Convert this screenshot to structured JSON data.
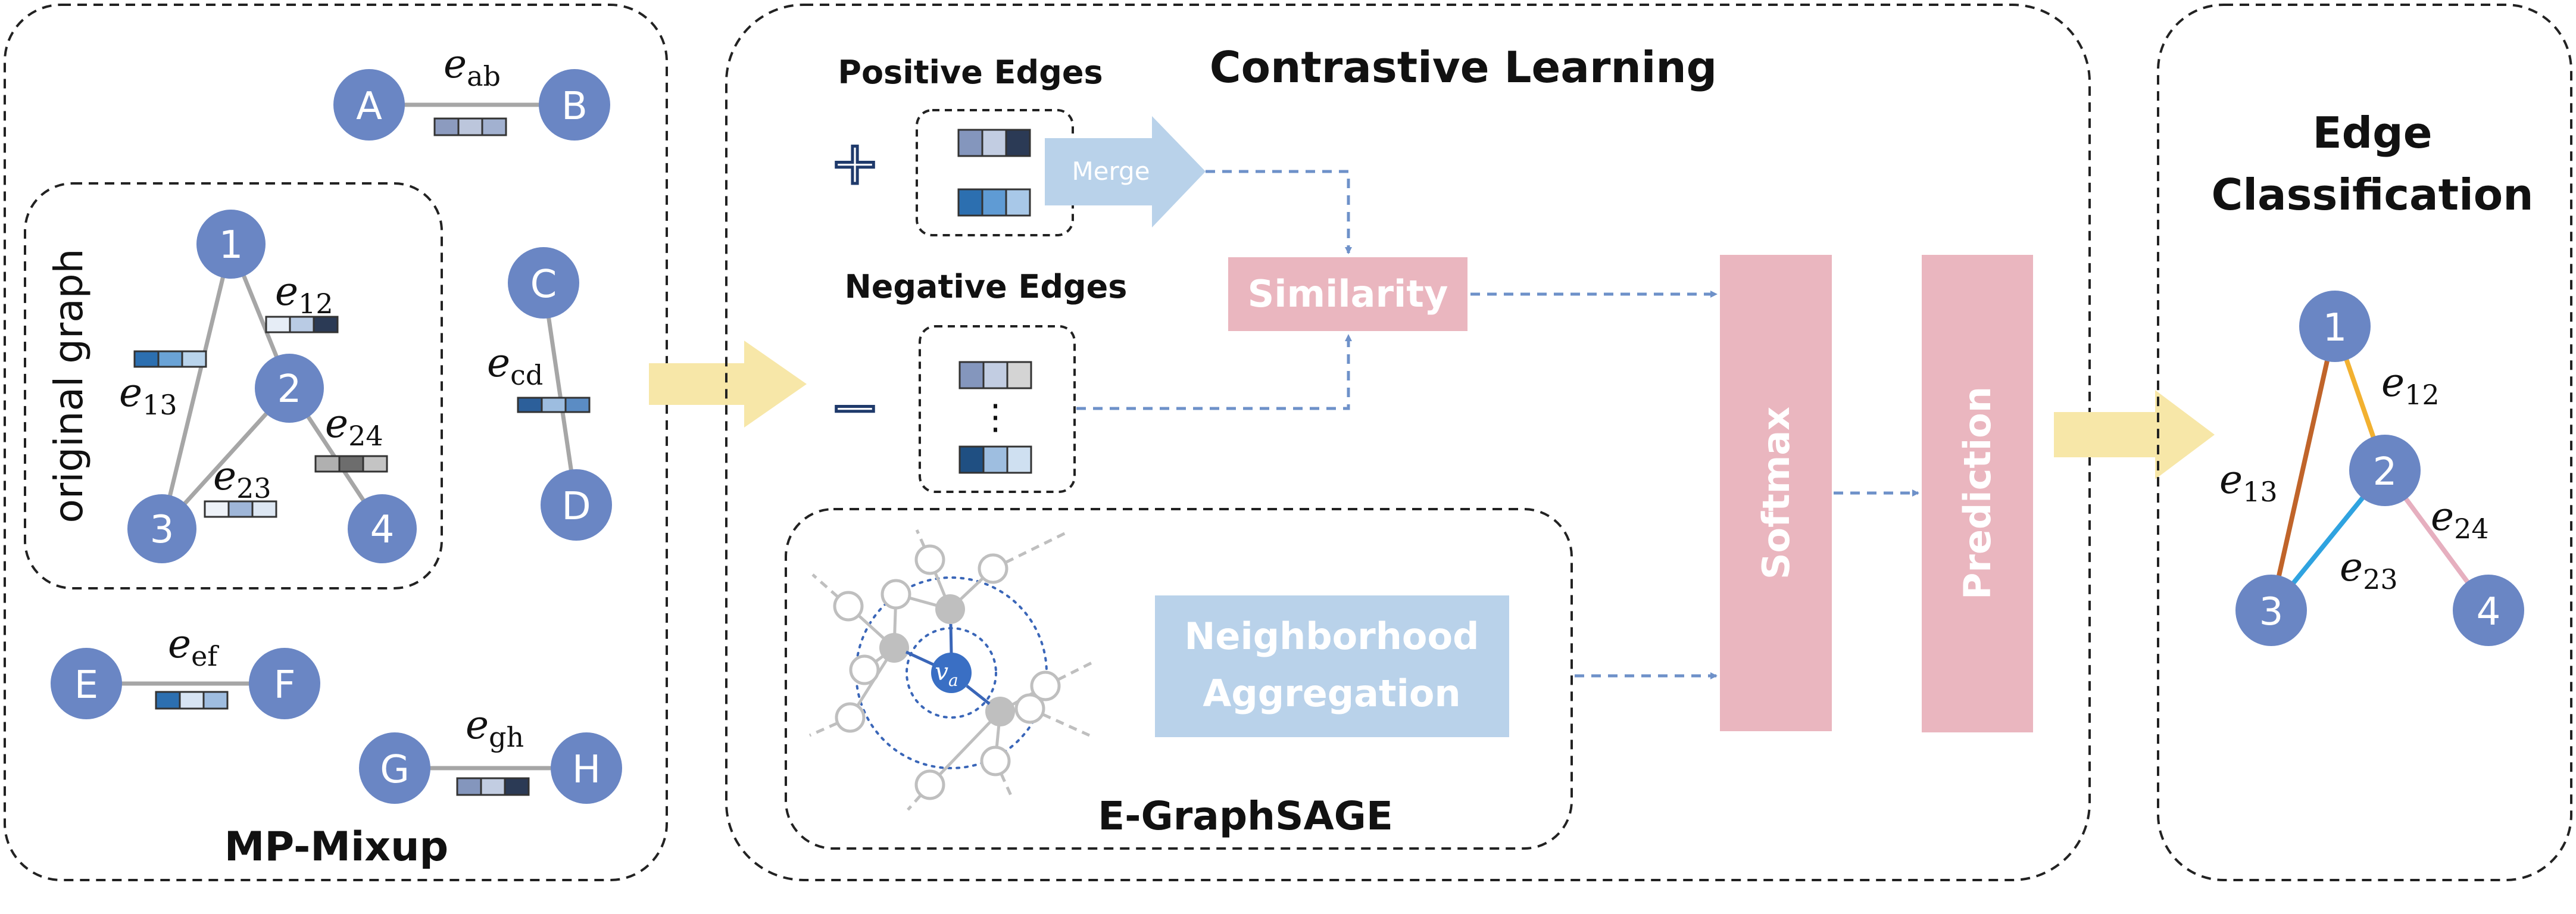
{
  "panels": {
    "mixup": {
      "title": "MP-Mixup"
    },
    "contrastive": {
      "title": "Contrastive Learning"
    },
    "classification": {
      "title_line1": "Edge",
      "title_line2": "Classification"
    }
  },
  "mixup": {
    "original_graph_label": "original graph",
    "graph_nodes": [
      "1",
      "2",
      "3",
      "4"
    ],
    "graph_edge_labels": {
      "e12": {
        "base": "e",
        "sub": "12"
      },
      "e13": {
        "base": "e",
        "sub": "13"
      },
      "e23": {
        "base": "e",
        "sub": "23"
      },
      "e24": {
        "base": "e",
        "sub": "24"
      }
    },
    "pairs": [
      {
        "left": "A",
        "right": "B",
        "edge": {
          "base": "e",
          "sub": "ab"
        }
      },
      {
        "left": "C",
        "right": "D",
        "edge": {
          "base": "e",
          "sub": "cd"
        }
      },
      {
        "left": "E",
        "right": "F",
        "edge": {
          "base": "e",
          "sub": "ef"
        }
      },
      {
        "left": "G",
        "right": "H",
        "edge": {
          "base": "e",
          "sub": "gh"
        }
      }
    ]
  },
  "contrastive": {
    "positive_label": "Positive Edges",
    "negative_label": "Negative Edges",
    "plus_sign": "+",
    "minus_sign": "−",
    "merge_label": "Merge",
    "similarity_label": "Similarity",
    "softmax_label": "Softmax",
    "prediction_label": "Prediction",
    "ellipsis": "⋮",
    "egraphsage_label": "E-GraphSAGE",
    "neighborhood_line1": "Neighborhood",
    "neighborhood_line2": "Aggregation",
    "center_node": {
      "base": "v",
      "sub": "a"
    }
  },
  "classification": {
    "nodes": [
      "1",
      "2",
      "3",
      "4"
    ],
    "edge_labels": {
      "e12": {
        "base": "e",
        "sub": "12"
      },
      "e13": {
        "base": "e",
        "sub": "13"
      },
      "e23": {
        "base": "e",
        "sub": "23"
      },
      "e24": {
        "base": "e",
        "sub": "24"
      }
    }
  },
  "colors": {
    "node_fill": "#6a86c4",
    "pink_box": "#eab6bf",
    "blue_box": "#b9d2ea",
    "yellow_arrow": "#f7e7a8",
    "dash_arrow": "#6e91c9",
    "gray_edge": "#a6a6a6",
    "edge_e12": "#f2b130",
    "edge_e13": "#c0642a",
    "edge_e23": "#2fa3e0",
    "edge_e24": "#e6afbf"
  }
}
